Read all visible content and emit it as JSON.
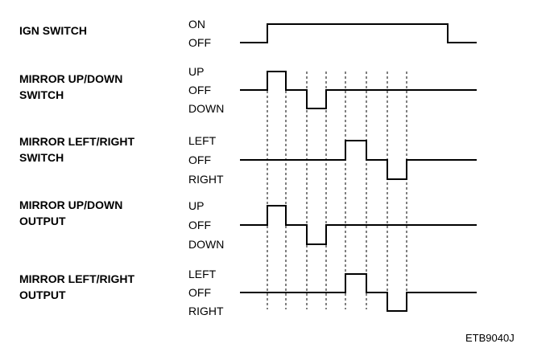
{
  "signals": [
    {
      "label_lines": [
        "IGN SWITCH"
      ],
      "levels": [
        "ON",
        "OFF"
      ],
      "waveform": [
        [
          "OFF",
          0
        ],
        [
          "ON",
          1
        ],
        [
          "OFF",
          6
        ]
      ]
    },
    {
      "label_lines": [
        "MIRROR UP/DOWN",
        "SWITCH"
      ],
      "levels": [
        "UP",
        "OFF",
        "DOWN"
      ],
      "waveform": [
        [
          "OFF",
          0
        ],
        [
          "UP",
          1
        ],
        [
          "OFF",
          2
        ],
        [
          "DOWN",
          3
        ],
        [
          "OFF",
          4
        ]
      ]
    },
    {
      "label_lines": [
        "MIRROR LEFT/RIGHT",
        "SWITCH"
      ],
      "levels": [
        "LEFT",
        "OFF",
        "RIGHT"
      ],
      "waveform": [
        [
          "OFF",
          0
        ],
        [
          "LEFT",
          5
        ],
        [
          "OFF",
          6
        ],
        [
          "RIGHT",
          7
        ],
        [
          "OFF",
          8
        ]
      ]
    },
    {
      "label_lines": [
        "MIRROR UP/DOWN",
        "OUTPUT"
      ],
      "levels": [
        "UP",
        "OFF",
        "DOWN"
      ],
      "waveform": [
        [
          "OFF",
          0
        ],
        [
          "UP",
          1
        ],
        [
          "OFF",
          2
        ],
        [
          "DOWN",
          3
        ],
        [
          "OFF",
          4
        ]
      ]
    },
    {
      "label_lines": [
        "MIRROR LEFT/RIGHT",
        "OUTPUT"
      ],
      "levels": [
        "LEFT",
        "OFF",
        "RIGHT"
      ],
      "waveform": [
        [
          "OFF",
          0
        ],
        [
          "LEFT",
          5
        ],
        [
          "OFF",
          6
        ],
        [
          "RIGHT",
          7
        ],
        [
          "OFF",
          8
        ]
      ]
    }
  ],
  "guide_events": [
    1,
    2,
    3,
    4,
    5,
    6,
    7,
    8
  ],
  "figure_id": "ETB9040J",
  "colors": {
    "ink": "#000000",
    "background": "#ffffff"
  }
}
